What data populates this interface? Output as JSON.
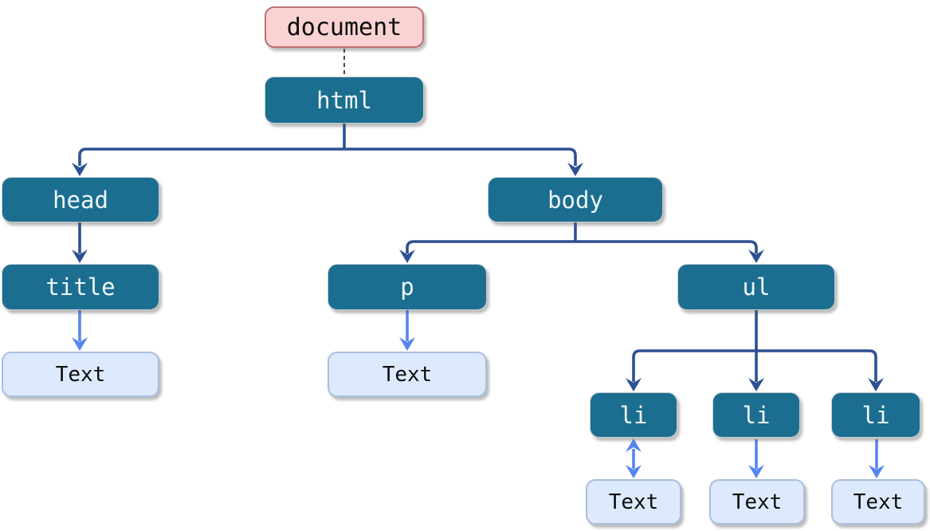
{
  "diagram": {
    "type": "dom-tree",
    "nodes": {
      "document": {
        "label": "document",
        "kind": "document"
      },
      "html": {
        "label": "html",
        "kind": "element"
      },
      "head": {
        "label": "head",
        "kind": "element"
      },
      "body": {
        "label": "body",
        "kind": "element"
      },
      "title": {
        "label": "title",
        "kind": "element"
      },
      "p": {
        "label": "p",
        "kind": "element"
      },
      "ul": {
        "label": "ul",
        "kind": "element"
      },
      "li_1": {
        "label": "li",
        "kind": "element"
      },
      "li_2": {
        "label": "li",
        "kind": "element"
      },
      "li_3": {
        "label": "li",
        "kind": "element"
      },
      "text_title": {
        "label": "Text",
        "kind": "text"
      },
      "text_p": {
        "label": "Text",
        "kind": "text"
      },
      "text_li_1": {
        "label": "Text",
        "kind": "text"
      },
      "text_li_2": {
        "label": "Text",
        "kind": "text"
      },
      "text_li_3": {
        "label": "Text",
        "kind": "text"
      }
    },
    "edges": [
      {
        "from": "document",
        "to": "html",
        "style": "dashed",
        "arrow": "none"
      },
      {
        "from": "html",
        "to": "head",
        "style": "solid-dark",
        "arrow": "to"
      },
      {
        "from": "html",
        "to": "body",
        "style": "solid-dark",
        "arrow": "to"
      },
      {
        "from": "head",
        "to": "title",
        "style": "solid-dark",
        "arrow": "to"
      },
      {
        "from": "title",
        "to": "text_title",
        "style": "solid-light",
        "arrow": "to"
      },
      {
        "from": "body",
        "to": "p",
        "style": "solid-dark",
        "arrow": "to"
      },
      {
        "from": "body",
        "to": "ul",
        "style": "solid-dark",
        "arrow": "to"
      },
      {
        "from": "p",
        "to": "text_p",
        "style": "solid-light",
        "arrow": "to"
      },
      {
        "from": "ul",
        "to": "li_1",
        "style": "solid-dark",
        "arrow": "to"
      },
      {
        "from": "ul",
        "to": "li_2",
        "style": "solid-dark",
        "arrow": "to"
      },
      {
        "from": "ul",
        "to": "li_3",
        "style": "solid-dark",
        "arrow": "to"
      },
      {
        "from": "li_1",
        "to": "text_li_1",
        "style": "solid-light",
        "arrow": "both"
      },
      {
        "from": "li_2",
        "to": "text_li_2",
        "style": "solid-light",
        "arrow": "to"
      },
      {
        "from": "li_3",
        "to": "text_li_3",
        "style": "solid-light",
        "arrow": "to"
      }
    ],
    "colors": {
      "element_fill": "#1b6e90",
      "element_text": "#eef7fa",
      "document_fill": "#f9d2d2",
      "document_border": "#bd7070",
      "text_node_fill": "#dde9fc",
      "text_node_border": "#a9bede",
      "edge_dark": "#2d5092",
      "edge_light": "#5586ef",
      "edge_dashed": "#1c1c1c",
      "background": "#ffffff"
    }
  }
}
